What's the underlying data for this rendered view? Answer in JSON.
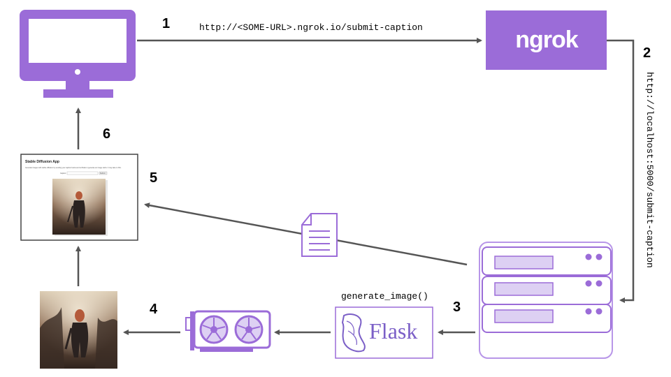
{
  "steps": {
    "s1": "1",
    "s2": "2",
    "s3": "3",
    "s4": "4",
    "s5": "5",
    "s6": "6"
  },
  "labels": {
    "public_url": "http://<SOME-URL>.ngrok.io/submit-caption",
    "local_url": "http://localhost:5000/submit-caption",
    "function_call": "generate_image()"
  },
  "logos": {
    "ngrok": "ngrok",
    "flask": "Flask"
  },
  "app_screenshot": {
    "title": "Stable Diffusion App",
    "description": "Generate images with stable diffusion by sending your caption below and let Flask to generate an image starts. It may take to 30s.",
    "caption_label": "Caption:",
    "button": "Submit"
  },
  "icons": {
    "computer": "monitor-icon",
    "server": "server-stack-icon",
    "gpu": "gpu-card-icon",
    "document": "document-icon",
    "flask_horn": "flask-horn-icon"
  },
  "colors": {
    "purple": "#9b6cd8",
    "purple_light": "#e8ddf6",
    "arrow": "#555555"
  }
}
